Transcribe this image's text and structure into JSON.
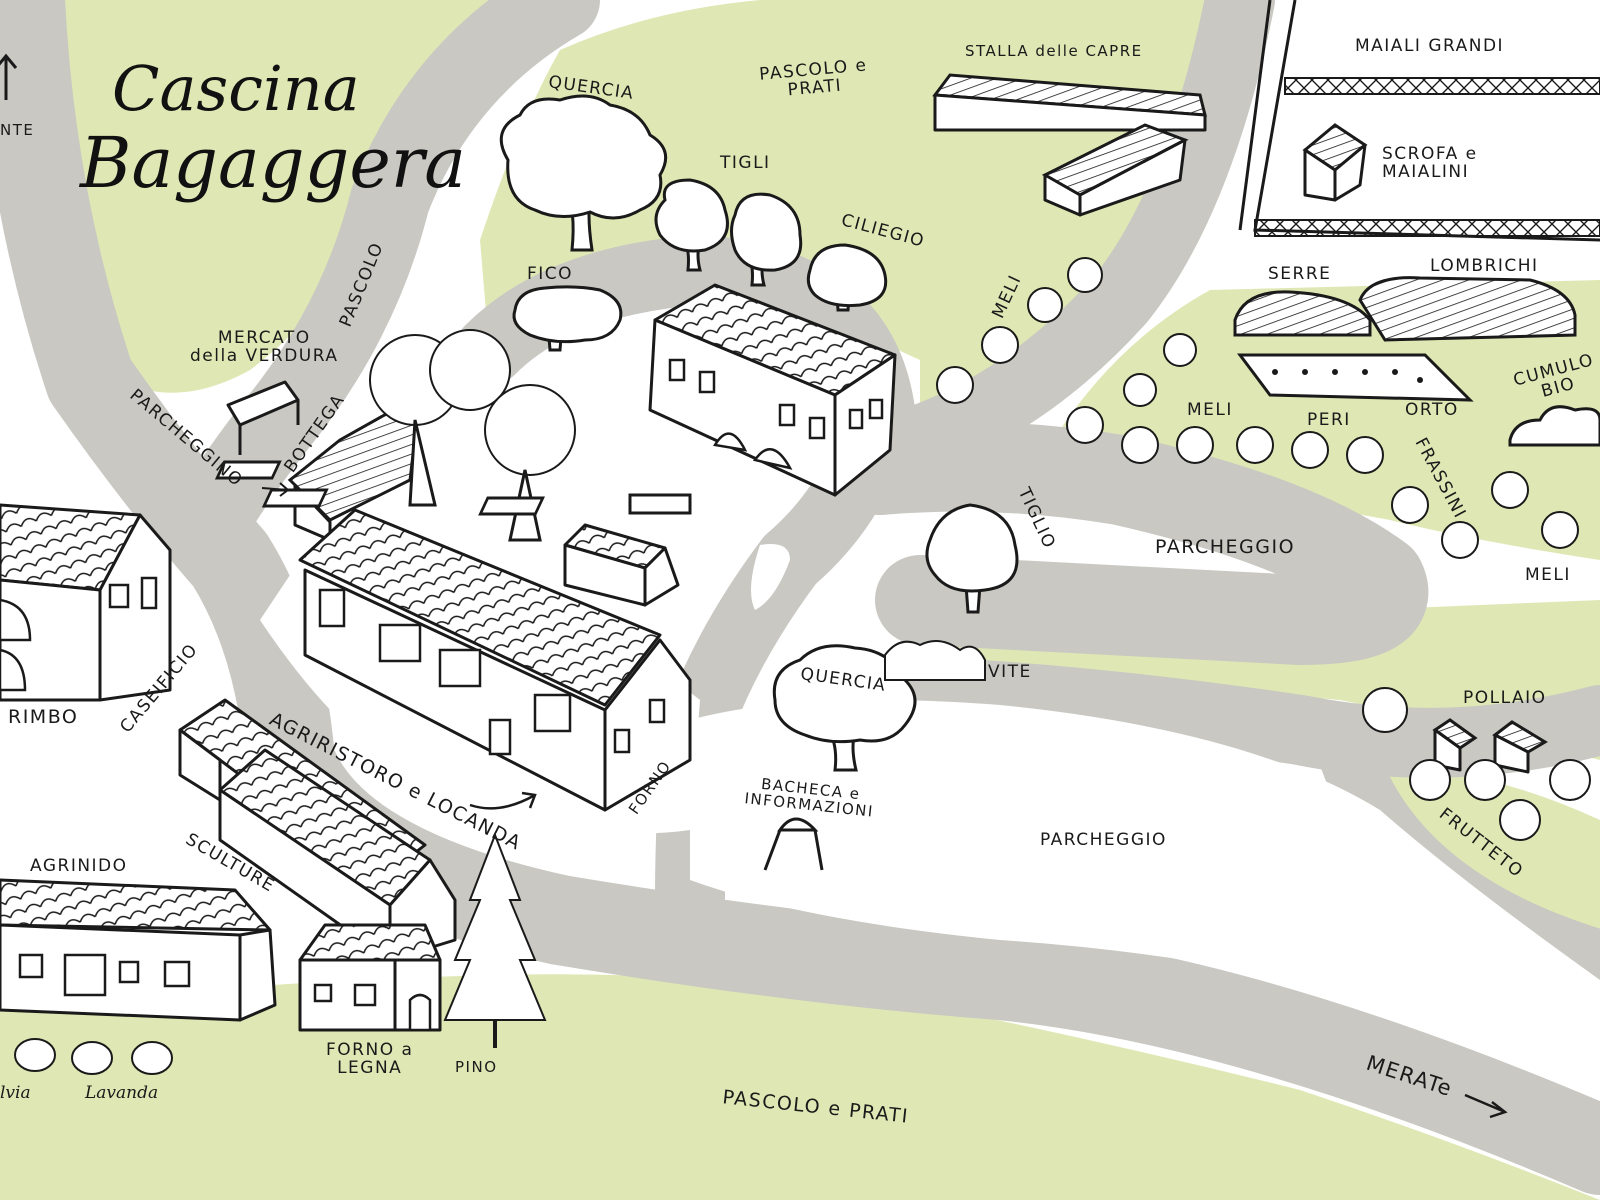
{
  "title": {
    "line1": "Cascina",
    "line2": "Bagaggera"
  },
  "colors": {
    "meadow": "#dfe8b4",
    "road": "#c9c8c2",
    "ink": "#1a1a1a",
    "paper": "#ffffff"
  },
  "labels": {
    "quercia_top": "QUERCIA",
    "pascolo_prati_top_1": "PASCOLO e",
    "pascolo_prati_top_2": "PRATI",
    "stalla_capre": "STALLA delle CAPRE",
    "maiali_grandi": "MAIALI GRANDI",
    "scrofa_1": "SCROFA e",
    "scrofa_2": "MAIALINI",
    "tigli": "TIGLI",
    "ciliegio": "CILIEGIO",
    "fico": "FICO",
    "pascolo_left": "PASCOLO",
    "mercato_1": "MERCATO",
    "mercato_2": "della VERDURA",
    "parcheggino": "PARCHEGGINO",
    "bottega": "BOTTEGA",
    "meli_1": "MELI",
    "serre": "SERRE",
    "lombrichi": "LOMBRICHI",
    "cumulo_1": "CUMULO",
    "cumulo_2": "BIO",
    "meli_2": "MELI",
    "peri": "PERI",
    "orto": "ORTO",
    "frassini": "FRASSINI",
    "meli_3": "MELI",
    "tiglio": "TIGLIO",
    "parcheggio_1": "PARCHEGGIO",
    "rimbo": "RIMBO",
    "caseificio": "CASEIFICIO",
    "agriristoro": "AGRIRISTORO e LOCANDA",
    "forno": "FORNO",
    "quercia_mid": "QUERCIA",
    "vite": "VITE",
    "pollaio": "POLLAIO",
    "bacheca_1": "BACHECA e",
    "bacheca_2": "INFORMAZIONI",
    "parcheggio_2": "PARCHEGGIO",
    "frutteto": "FRUTTETO",
    "agrinido": "AGRINIDO",
    "sculture": "SCULTURE",
    "forno_legna_1": "FORNO a",
    "forno_legna_2": "LEGNA",
    "pino": "PINO",
    "salvia": "lvia",
    "lavanda": "Lavanda",
    "pascolo_prati_bottom": "PASCOLO e PRATI",
    "merate": "MERATe",
    "top_left_edge": "NTE"
  }
}
